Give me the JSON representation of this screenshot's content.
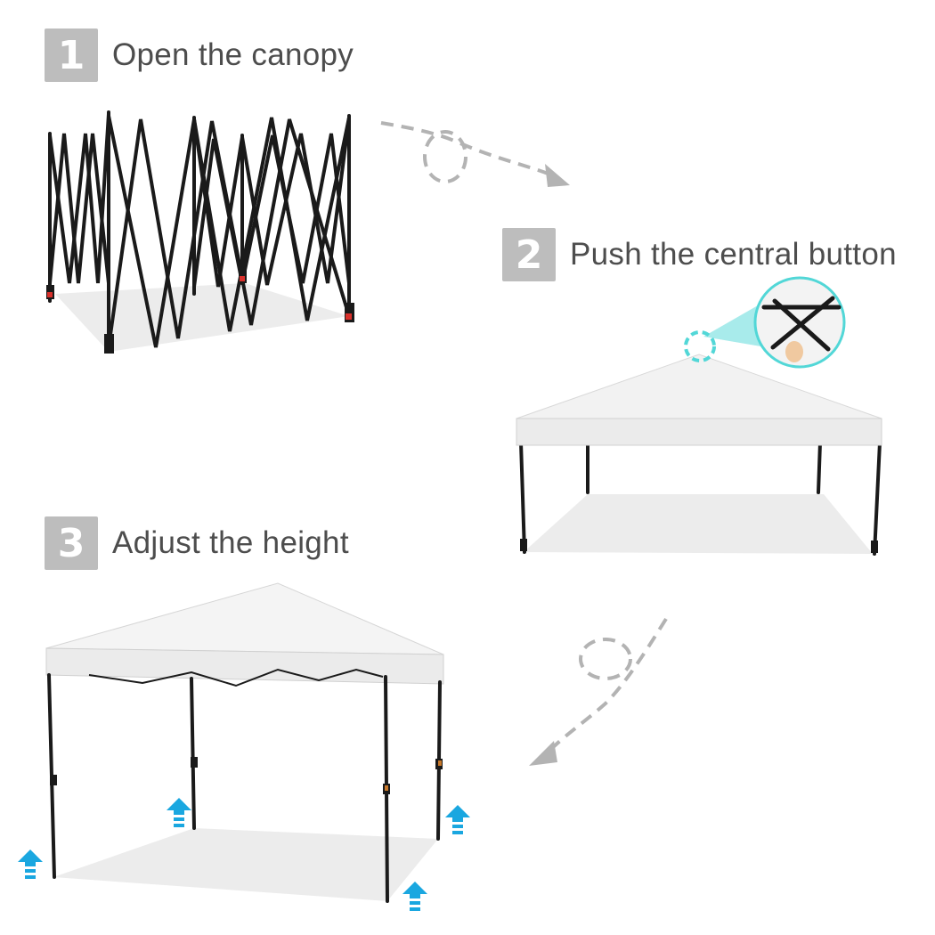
{
  "steps": [
    {
      "number": "1",
      "label": "Open the canopy"
    },
    {
      "number": "2",
      "label": "Push the central button"
    },
    {
      "number": "3",
      "label": "Adjust the height"
    }
  ],
  "colors": {
    "badge": "#bdbdbd",
    "label_text": "#4d4d4d",
    "frame": "#1a1a1a",
    "canopy": "#f2f2f2",
    "shadow": "#e6e6e6",
    "arrow_dashes": "#b3b3b3",
    "accent_cyan": "#52d7d7",
    "up_arrow": "#1aa7e0",
    "foot_red": "#d9302b"
  },
  "icons": [
    "curved-dashed-arrow-icon",
    "up-arrow-icon",
    "magnify-callout-icon"
  ]
}
